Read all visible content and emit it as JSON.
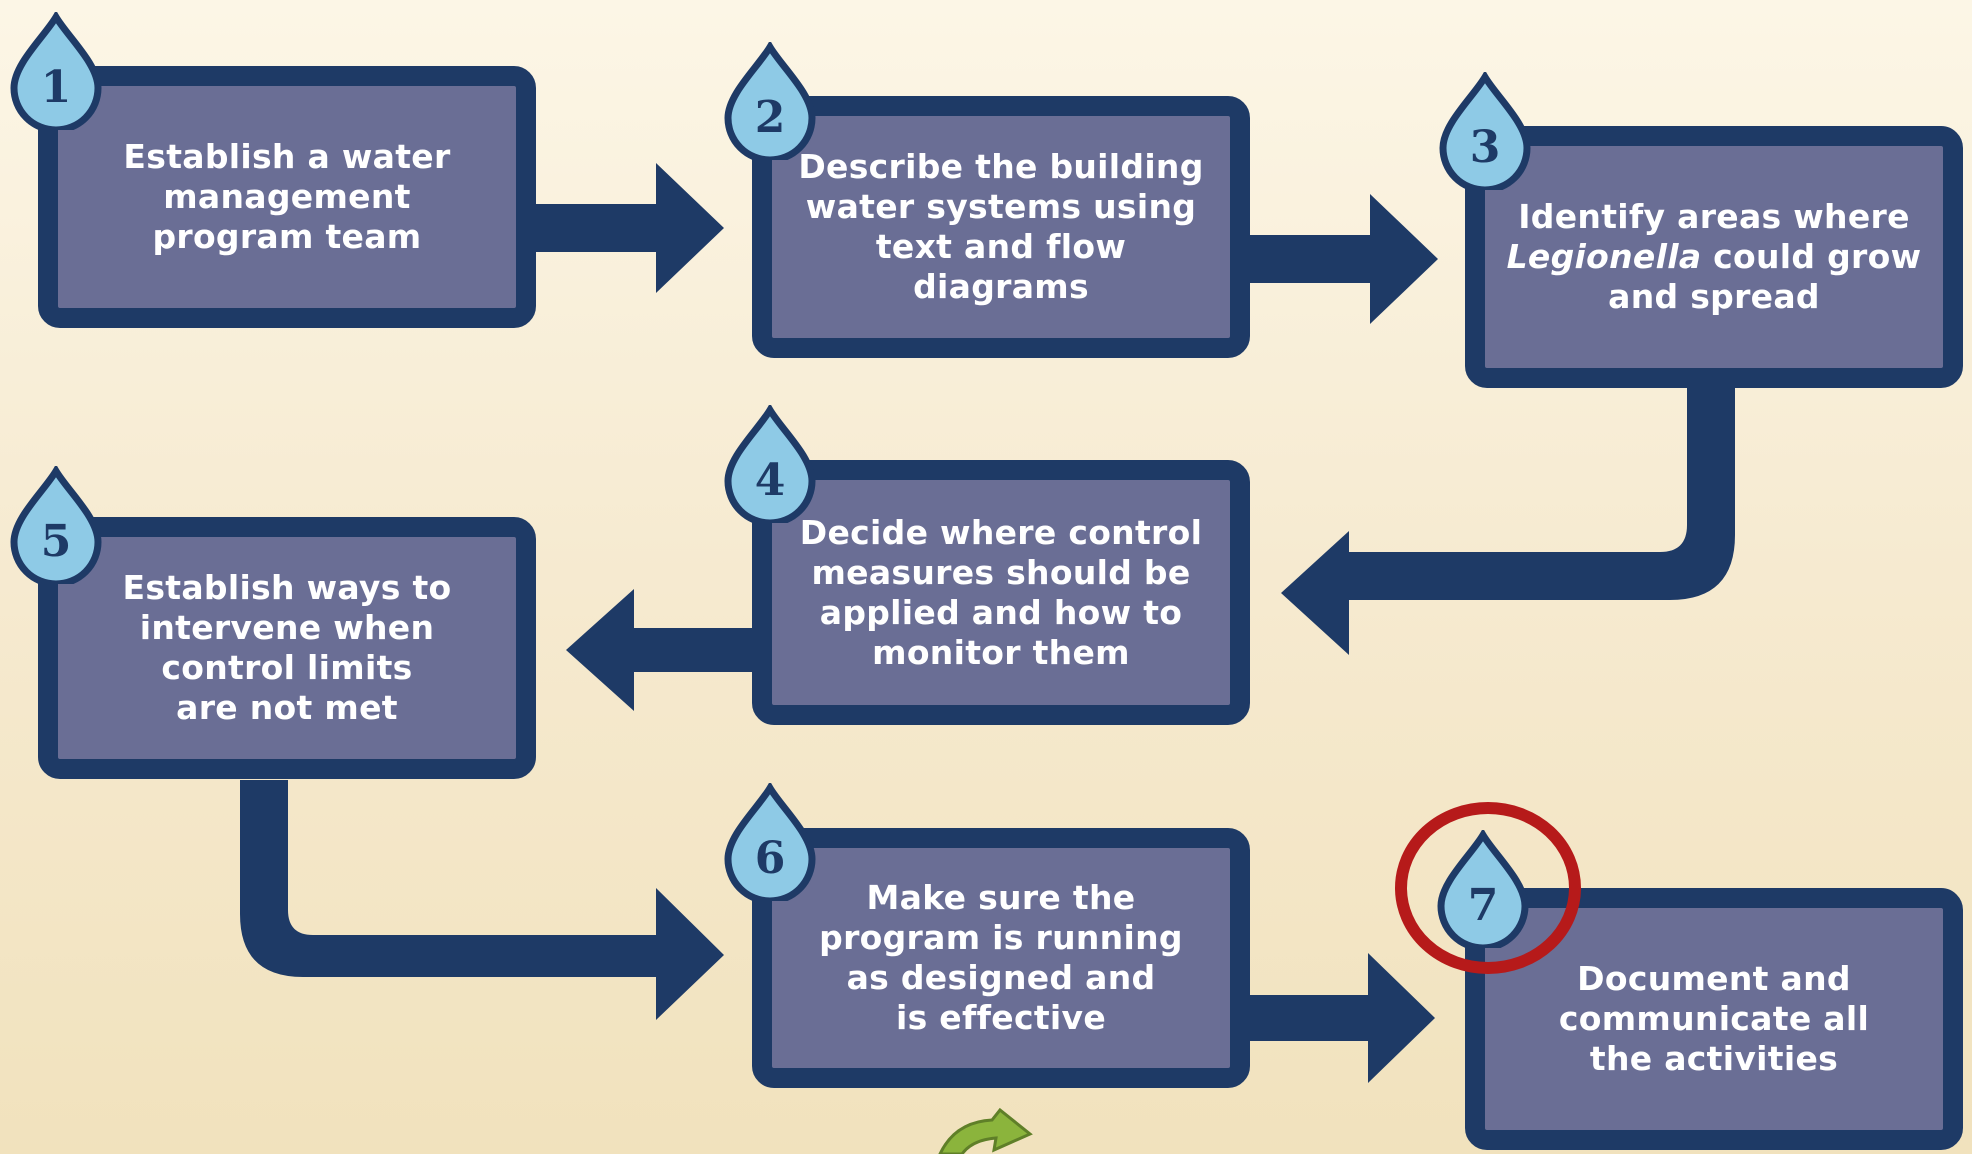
{
  "diagram": {
    "colors": {
      "box_fill": "#6a6e95",
      "box_border": "#1e3a66",
      "arrow": "#1e3a66",
      "badge_fill": "#8ecae6",
      "highlight_circle": "#b61a1a",
      "recycle_icon": "#8bb43c"
    },
    "steps": [
      {
        "number": "1",
        "lines": [
          "Establish a water",
          "management",
          "program team"
        ]
      },
      {
        "number": "2",
        "lines": [
          "Describe the building",
          "water systems using",
          "text and flow diagrams"
        ]
      },
      {
        "number": "3",
        "line1": "Identify areas where",
        "line2_italic": "Legionella",
        "line2_rest": " could grow",
        "line3": "and spread"
      },
      {
        "number": "4",
        "lines": [
          "Decide where control",
          "measures should be",
          "applied and how to",
          "monitor them"
        ]
      },
      {
        "number": "5",
        "lines": [
          "Establish ways to",
          "intervene when",
          "control limits",
          "are not met"
        ]
      },
      {
        "number": "6",
        "lines": [
          "Make sure the",
          "program is running",
          "as designed and",
          "is effective"
        ]
      },
      {
        "number": "7",
        "lines": [
          "Document and",
          "communicate all",
          "the activities"
        ]
      }
    ],
    "highlight": {
      "target_step": "7",
      "shape": "circle"
    },
    "icons": [
      "drop-badge-icon",
      "arrow-right-icon",
      "arrow-left-icon",
      "recycle-icon"
    ]
  }
}
